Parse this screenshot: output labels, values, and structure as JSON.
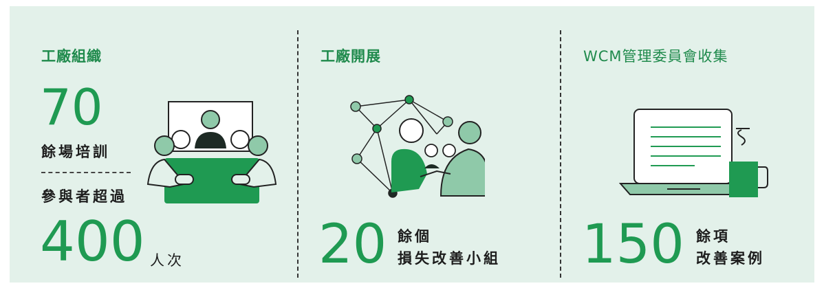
{
  "columns": [
    {
      "title": "工廠組織",
      "number": "70",
      "number_suffix": "餘場培訓",
      "sub_label": "參與者超過",
      "big_number": "400",
      "big_suffix": "人次"
    },
    {
      "title": "工廠開展",
      "number": "20",
      "suffix_line1": "餘個",
      "suffix_line2": "損失改善小組"
    },
    {
      "title": "WCM管理委員會收集",
      "number": "150",
      "suffix_line1": "餘項",
      "suffix_line2": "改善案例"
    }
  ],
  "colors": {
    "panel_bg": "#e3f1ea",
    "accent_green": "#1f9a52",
    "light_green": "#8fc9a9"
  }
}
